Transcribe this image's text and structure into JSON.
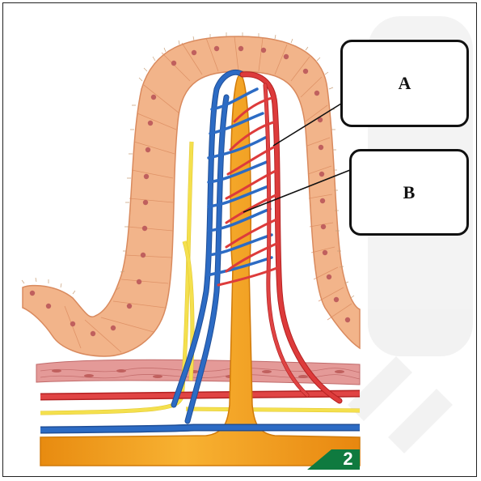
{
  "labels": {
    "a": "A",
    "b": "B"
  },
  "page_number": "2",
  "colors": {
    "epithelium": "#f2b48a",
    "nucleus": "#c0605e",
    "artery": "#dd3b3b",
    "vein": "#2c6bc4",
    "lacteal": "#f6a21d",
    "nerve": "#f4e04d",
    "muscle": "#e49a98",
    "badge": "#0f7a3f"
  }
}
